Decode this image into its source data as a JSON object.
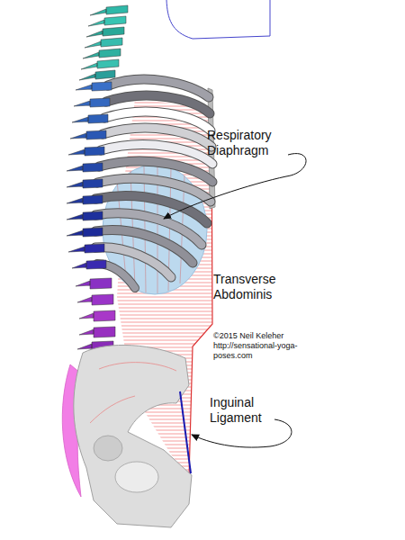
{
  "diagram": {
    "labels": [
      "Respiratory Diaphragm",
      "Transverse Abdominis",
      "©2015 Neil Keleher",
      "http://sensational-yoga-poses.com",
      "Inguinal Ligament"
    ]
  }
}
